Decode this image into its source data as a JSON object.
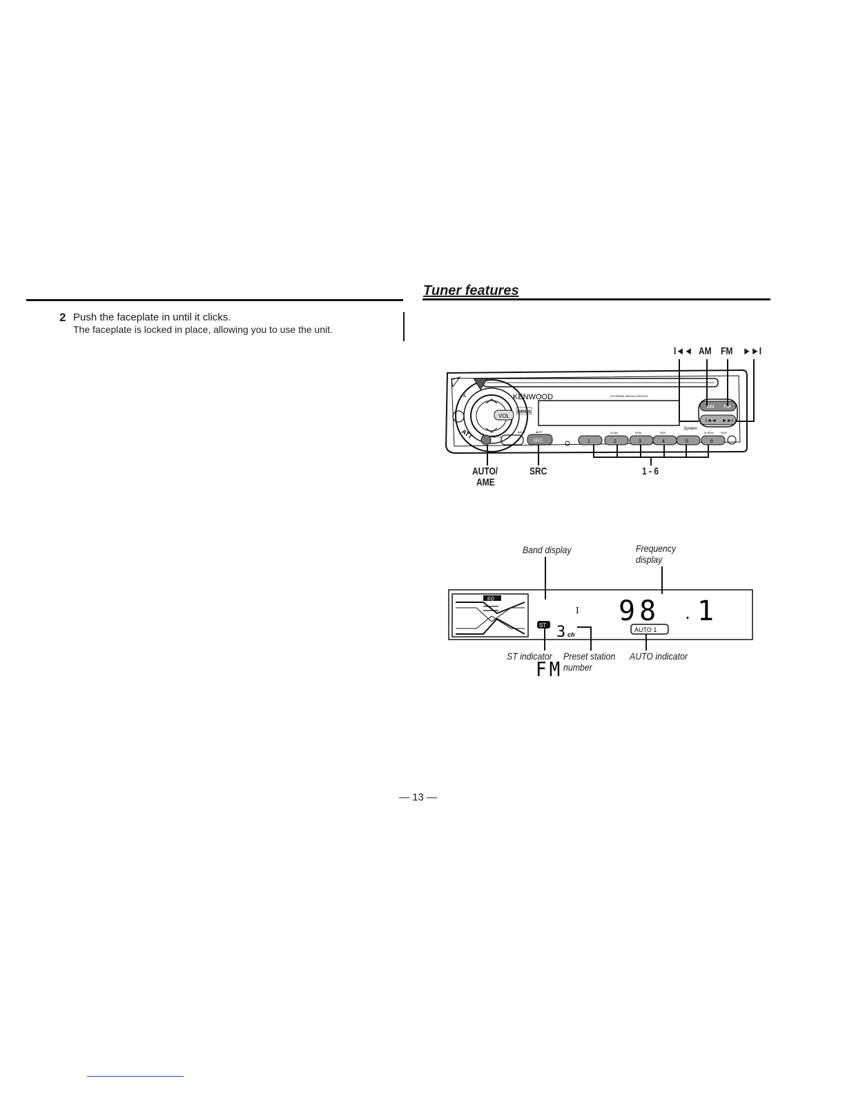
{
  "section": {
    "title": "Tuner features"
  },
  "step": {
    "number": "2",
    "heading": "Push the faceplate in until it clicks.",
    "body": "The faceplate is locked in place, allowing you to use the unit."
  },
  "unit_diagram": {
    "callouts": {
      "prev": "I◄◄",
      "am": "AM",
      "fm": "FM",
      "next": "►►I",
      "auto_ame_line1": "AUTO/",
      "auto_ame_line2": "AME",
      "src": "SRC",
      "presets": "1 - 6"
    },
    "panel_text": {
      "brand": "KENWOOD",
      "ext": "EXTERNAL MEDIA CONTROL",
      "vol": "VOL",
      "sirius": "SIRIUS",
      "att": "ATT",
      "auto_btn": "AUTO",
      "src_btn": "SRC",
      "aud": "●AUD",
      "off": "●OFF",
      "scan": "SCAN",
      "rdm": "RDM",
      "rep": "REP",
      "mrdm": "M.RDM",
      "disp": "DISP",
      "am_btn": "AM",
      "fm_btn": "FM",
      "system": "System",
      "preset_1": "1",
      "preset_2": "2",
      "preset_3": "3",
      "preset_4": "4",
      "preset_5": "5",
      "preset_6": "6"
    }
  },
  "display_diagram": {
    "labels": {
      "band": "Band display",
      "freq_line1": "Frequency",
      "freq_line2": "display",
      "st": "ST indicator",
      "preset_line1": "Preset station",
      "preset_line2": "number",
      "auto": "AUTO indicator"
    },
    "lcd": {
      "band": "FM",
      "band_sub": "I",
      "frequency_main": "98",
      "frequency_dot": ".",
      "frequency_dec": "1",
      "st": "ST",
      "preset": "3",
      "preset_unit": "ch",
      "auto": "AUTO 1",
      "eq": "EQ"
    }
  },
  "footer": {
    "page_number": "— 13 —"
  }
}
